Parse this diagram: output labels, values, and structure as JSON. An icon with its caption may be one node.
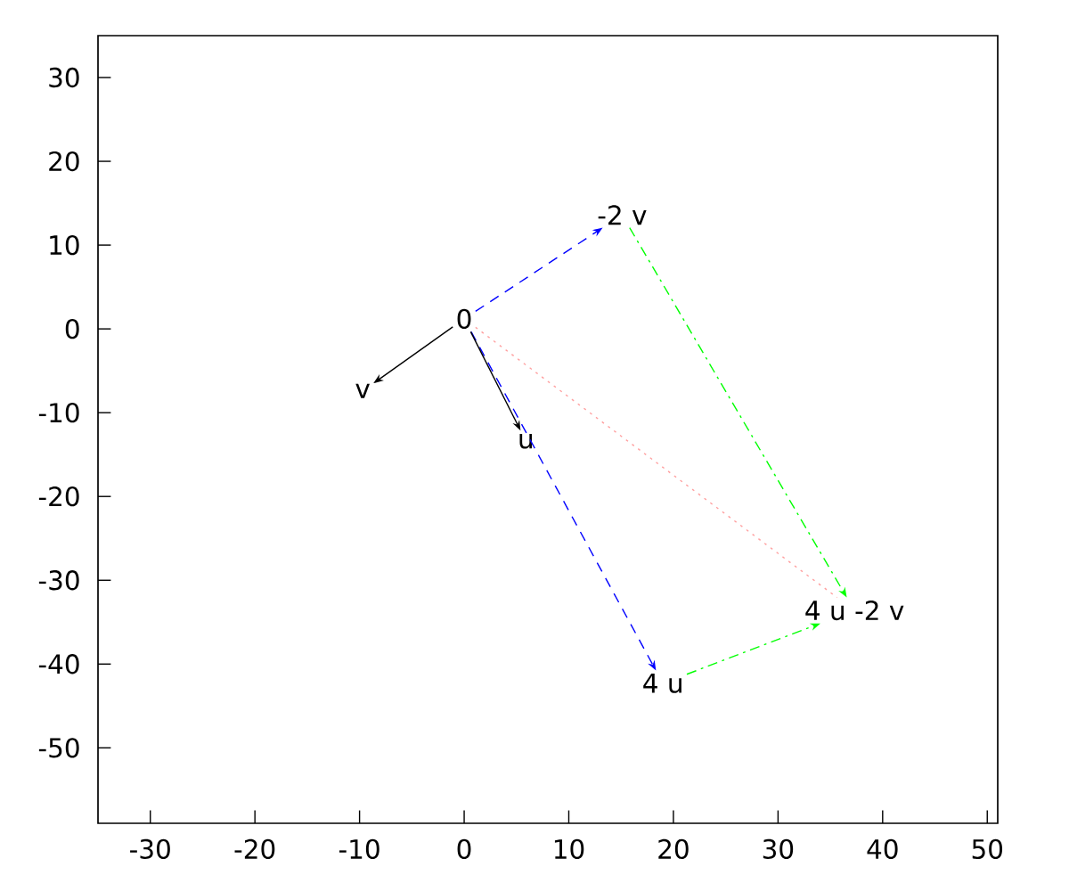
{
  "diagram": {
    "nodes": [
      {
        "text": [
          "0"
        ]
      },
      {
        "text": [
          "v"
        ]
      },
      {
        "text": [
          "u"
        ]
      },
      {
        "text": [
          "-2 v"
        ]
      },
      {
        "text": [
          "4 u"
        ]
      },
      {
        "text": [
          "4 u -2 v"
        ]
      }
    ],
    "edges": [
      {
        "from": 0,
        "to": 4,
        "arrow": "to",
        "style": "dashed",
        "color": "#0000ff"
      },
      {
        "from": 0,
        "to": 1,
        "arrow": "to",
        "color": "#000000"
      },
      {
        "from": 0,
        "to": 2,
        "arrow": "to",
        "color": "#000000"
      },
      {
        "from": 0,
        "to": 3,
        "arrow": "to",
        "style": "dashed",
        "color": "#0000ff"
      },
      {
        "from": 3,
        "to": 5,
        "arrow": "to",
        "style": "dashed",
        "color": "#00ff00"
      },
      {
        "from": 4,
        "to": 5,
        "arrow": "to",
        "style": "dashed",
        "color": "#00ff00"
      },
      {
        "from": 0,
        "to": 5,
        "arrow": "none",
        "style": "dashed",
        "color": "#ffa0a0"
      }
    ],
    "chart_data": {
      "type": "line",
      "xlim": [
        -35,
        51
      ],
      "ylim": [
        -59,
        35
      ],
      "xticks": [
        {
          "value": -30,
          "label": "-30"
        },
        {
          "value": -20,
          "label": "-20"
        },
        {
          "value": -10,
          "label": "-10"
        },
        {
          "value": 0,
          "label": "0"
        },
        {
          "value": 10,
          "label": "10"
        },
        {
          "value": 20,
          "label": "20"
        },
        {
          "value": 30,
          "label": "30"
        },
        {
          "value": 40,
          "label": "40"
        },
        {
          "value": 50,
          "label": "50"
        }
      ],
      "yticks": [
        {
          "value": -50,
          "label": "-50"
        },
        {
          "value": -40,
          "label": "-40"
        },
        {
          "value": -30,
          "label": "-30"
        },
        {
          "value": -20,
          "label": "-20"
        },
        {
          "value": -10,
          "label": "-10"
        },
        {
          "value": 0,
          "label": "0"
        },
        {
          "value": 10,
          "label": "10"
        },
        {
          "value": 20,
          "label": "20"
        },
        {
          "value": 30,
          "label": "30"
        }
      ]
    }
  }
}
